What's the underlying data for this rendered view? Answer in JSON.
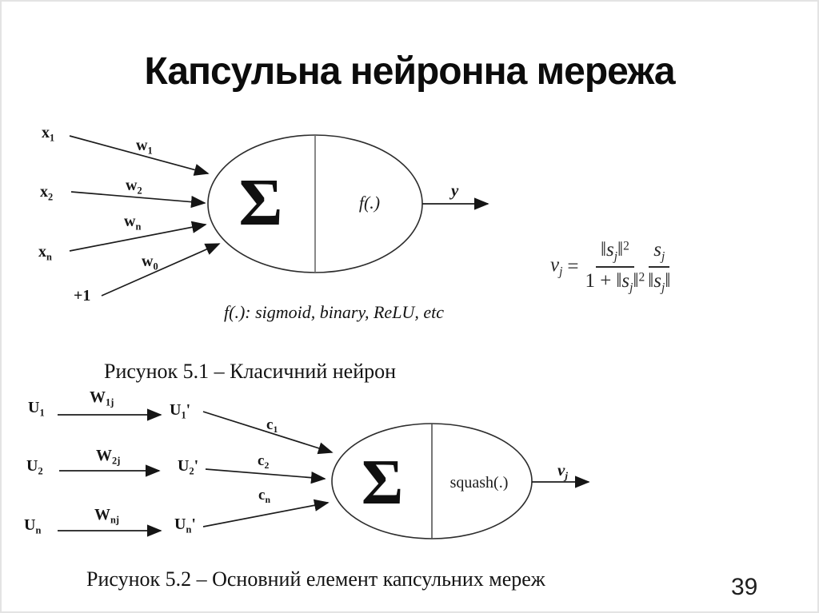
{
  "slide": {
    "title": "Капсульна нейронна мережа",
    "page_number": "39"
  },
  "figure1": {
    "caption": "Рисунок 5.1 – Класичний нейрон",
    "note": "f(.): sigmoid, binary, ReLU, etc",
    "inputs": [
      {
        "base": "x",
        "sub": "1"
      },
      {
        "base": "x",
        "sub": "2"
      },
      {
        "base": "x",
        "sub": "n"
      },
      {
        "base": "+1",
        "sub": ""
      }
    ],
    "weights": [
      {
        "base": "w",
        "sub": "1"
      },
      {
        "base": "w",
        "sub": "2"
      },
      {
        "base": "w",
        "sub": "n"
      },
      {
        "base": "w",
        "sub": "0"
      }
    ],
    "sum_symbol": "Σ",
    "activation_label": "f(.)",
    "output": {
      "base": "y",
      "sub": ""
    }
  },
  "figure2": {
    "caption": "Рисунок 5.2 – Основний елемент капсульних мереж",
    "inputs": [
      {
        "base": "U",
        "sub": "1"
      },
      {
        "base": "U",
        "sub": "2"
      },
      {
        "base": "U",
        "sub": "n"
      }
    ],
    "weights": [
      {
        "base": "W",
        "sub": "1j"
      },
      {
        "base": "W",
        "sub": "2j"
      },
      {
        "base": "W",
        "sub": "nj"
      }
    ],
    "predictions": [
      {
        "base": "U",
        "sub": "1",
        "prime": "'"
      },
      {
        "base": "U",
        "sub": "2",
        "prime": "'"
      },
      {
        "base": "U",
        "sub": "n",
        "prime": "'"
      }
    ],
    "coefficients": [
      {
        "base": "c",
        "sub": "1"
      },
      {
        "base": "c",
        "sub": "2"
      },
      {
        "base": "c",
        "sub": "n"
      }
    ],
    "sum_symbol": "Σ",
    "activation_label": "squash(.)",
    "output": {
      "base": "v",
      "sub": "j"
    }
  },
  "formula": {
    "v": "v",
    "j": "j",
    "eq": "=",
    "bar": "‖",
    "s": "s",
    "two": "2",
    "one_plus": "1 +"
  }
}
